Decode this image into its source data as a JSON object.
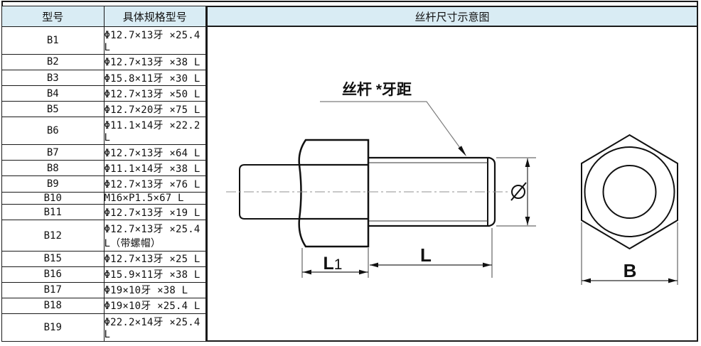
{
  "table": {
    "headers": [
      "型号",
      "具体规格型号"
    ],
    "rows": [
      [
        "B1",
        "Φ12.7×13牙 ×25.4 L"
      ],
      [
        "B2",
        "Φ12.7×13牙 ×38 L"
      ],
      [
        "B3",
        "Φ15.8×11牙 ×30 L"
      ],
      [
        "B4",
        "Φ12.7×13牙 ×50 L"
      ],
      [
        "B5",
        "Φ12.7×20牙 ×75 L"
      ],
      [
        "B6",
        "Φ11.1×14牙 ×22.2 L"
      ],
      [
        "B7",
        "Φ12.7×13牙 ×64 L"
      ],
      [
        "B8",
        "Φ11.1×14牙 ×38 L"
      ],
      [
        "B9",
        "Φ12.7×13牙 ×76 L"
      ],
      [
        "B10",
        "M16×P1.5×67 L"
      ],
      [
        "B11",
        "Φ12.7×13牙 ×19 L"
      ],
      [
        "B12",
        "Φ12.7×13牙 ×25.4 L（带螺帽）"
      ],
      [
        "B15",
        "Φ12.7×13牙 ×25 L"
      ],
      [
        "B16",
        "Φ15.9×11牙 ×38 L"
      ],
      [
        "B17",
        "Φ19×10牙 ×38 L"
      ],
      [
        "B18",
        "Φ19×10牙 ×25.4 L"
      ],
      [
        "B19",
        "Φ22.2×14牙 ×25.4 L"
      ]
    ]
  },
  "diagram": {
    "title": "丝杆尺寸示意图",
    "thread_label": "丝杆 *牙距",
    "dim_l1_main": "L",
    "dim_l1_sub": "1",
    "dim_l": "L",
    "dim_b": "B"
  },
  "colors": {
    "header_bg": "#d9ecf4",
    "border": "#1a1a1a"
  }
}
